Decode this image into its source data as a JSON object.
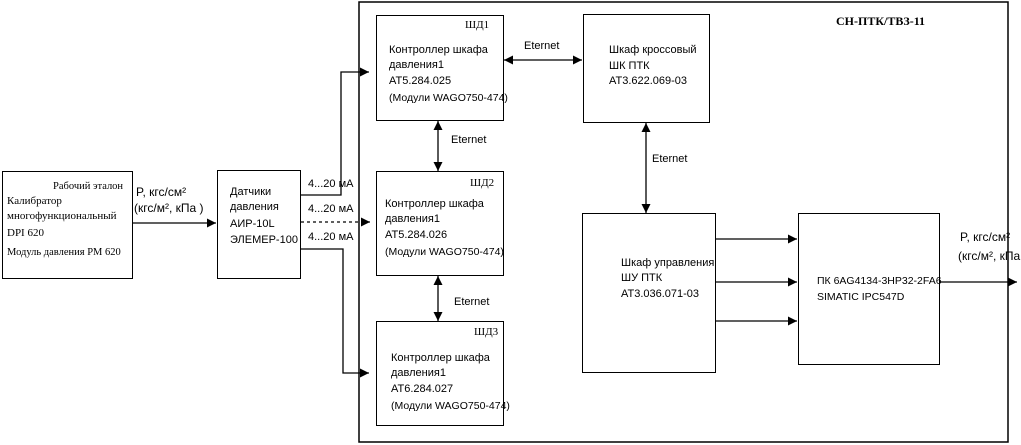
{
  "frame": {
    "title": "СН-ПТК/ТВЗ-11"
  },
  "calibrator": {
    "lines": [
      "Рабочий эталон",
      "Калибратор",
      "многофункциональный",
      "DPI 620",
      "Модуль давления PM 620"
    ]
  },
  "pressure_input": {
    "line1": "P, кгс/см²",
    "line2": "(кгс/м², кПа )"
  },
  "sensors": {
    "lines": [
      "Датчики",
      "давления",
      "АИР-10L",
      "ЭЛЕМЕР-100"
    ]
  },
  "signal_labels": [
    "4...20 мА",
    "4...20 мА",
    "4...20 мА"
  ],
  "shd1": {
    "tag": "ШД1",
    "lines": [
      "Контроллер шкафа",
      "давления1",
      "АТ5.284.025",
      "(Модули WAGO750-474)"
    ]
  },
  "shd2": {
    "tag": "ШД2",
    "lines": [
      "Контроллер шкафа",
      "давления1",
      "АТ5.284.026",
      "(Модули WAGO750-474)"
    ]
  },
  "shd3": {
    "tag": "ШД3",
    "lines": [
      "Контроллер шкафа",
      "давления1",
      "АТ6.284.027",
      "(Модули WAGO750-474)"
    ]
  },
  "cross": {
    "lines": [
      "Шкаф кроссовый",
      "ШК ПТК",
      "АТ3.622.069-03"
    ]
  },
  "control": {
    "lines": [
      "Шкаф управления",
      "ШУ ПТК",
      "АТ3.036.071-03"
    ]
  },
  "pc": {
    "lines": [
      "ПК 6AG4134-3HP32-2FA6",
      "SIMATIC IPC547D"
    ]
  },
  "ethernet_labels": [
    "Eternet",
    "Eternet",
    "Eternet",
    "Eternet"
  ],
  "pressure_output": {
    "line1": "P, кгс/см²",
    "line2": "(кгс/м², кПа"
  }
}
